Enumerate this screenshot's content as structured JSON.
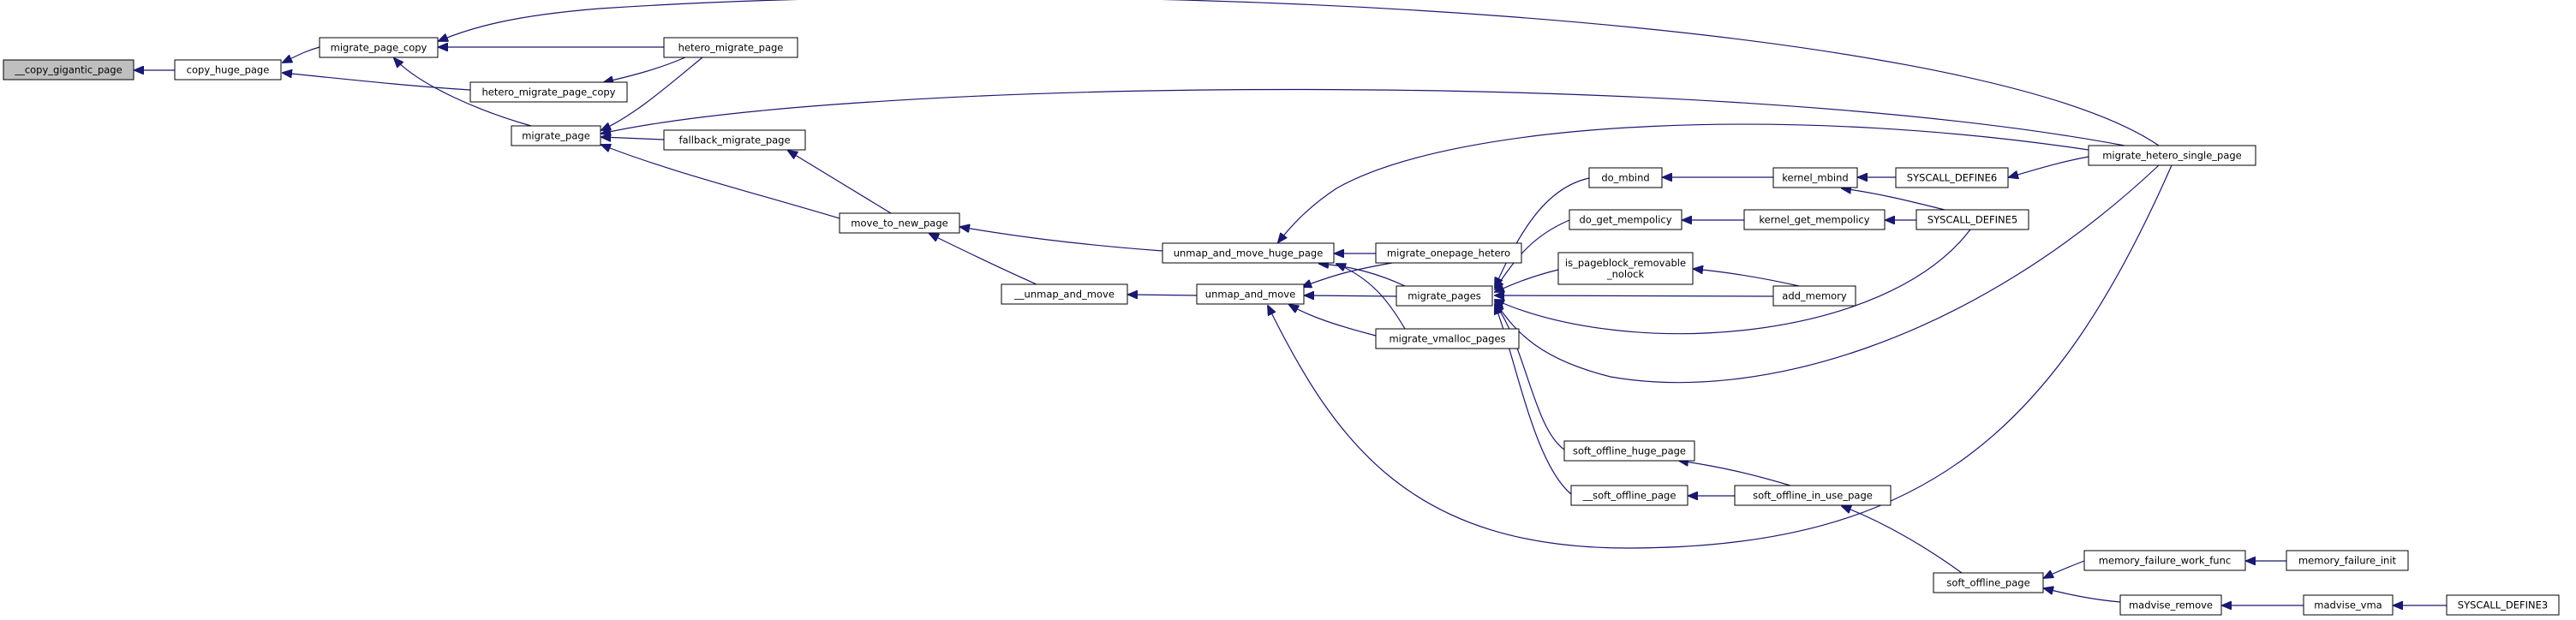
{
  "colors": {
    "edge": "#191970",
    "root_fill": "#bfbfbf",
    "node_fill": "#ffffff",
    "node_stroke": "#000000"
  },
  "nodes": [
    {
      "id": "copy_gigantic_page",
      "label": "__copy_gigantic_page",
      "root": true
    },
    {
      "id": "copy_huge_page",
      "label": "copy_huge_page"
    },
    {
      "id": "migrate_page_copy",
      "label": "migrate_page_copy"
    },
    {
      "id": "hetero_migrate_page",
      "label": "hetero_migrate_page"
    },
    {
      "id": "hetero_migrate_page_copy",
      "label": "hetero_migrate_page_copy"
    },
    {
      "id": "migrate_page",
      "label": "migrate_page"
    },
    {
      "id": "fallback_migrate_page",
      "label": "fallback_migrate_page"
    },
    {
      "id": "move_to_new_page",
      "label": "move_to_new_page"
    },
    {
      "id": "unmap_and_move_huge_page",
      "label": "unmap_and_move_huge_page"
    },
    {
      "id": "unmap_and_move_2",
      "label": "__unmap_and_move"
    },
    {
      "id": "unmap_and_move",
      "label": "unmap_and_move"
    },
    {
      "id": "migrate_onepage_hetero",
      "label": "migrate_onepage_hetero"
    },
    {
      "id": "migrate_pages",
      "label": "migrate_pages"
    },
    {
      "id": "migrate_vmalloc_pages",
      "label": "migrate_vmalloc_pages"
    },
    {
      "id": "do_mbind",
      "label": "do_mbind"
    },
    {
      "id": "do_get_mempolicy",
      "label": "do_get_mempolicy"
    },
    {
      "id": "is_pageblock_removable_nolock",
      "label": "is_pageblock_removable\n_nolock"
    },
    {
      "id": "add_memory",
      "label": "add_memory"
    },
    {
      "id": "soft_offline_huge_page",
      "label": "soft_offline_huge_page"
    },
    {
      "id": "soft_offline_page_2",
      "label": "__soft_offline_page"
    },
    {
      "id": "soft_offline_in_use_page",
      "label": "soft_offline_in_use_page"
    },
    {
      "id": "soft_offline_page",
      "label": "soft_offline_page"
    },
    {
      "id": "kernel_mbind",
      "label": "kernel_mbind"
    },
    {
      "id": "kernel_get_mempolicy",
      "label": "kernel_get_mempolicy"
    },
    {
      "id": "syscall_define6",
      "label": "SYSCALL_DEFINE6"
    },
    {
      "id": "syscall_define5",
      "label": "SYSCALL_DEFINE5"
    },
    {
      "id": "migrate_hetero_single_page",
      "label": "migrate_hetero_single_page"
    },
    {
      "id": "memory_failure_work_func",
      "label": "memory_failure_work_func"
    },
    {
      "id": "memory_failure_init",
      "label": "memory_failure_init"
    },
    {
      "id": "madvise_remove",
      "label": "madvise_remove"
    },
    {
      "id": "madvise_vma",
      "label": "madvise_vma"
    },
    {
      "id": "syscall_define3",
      "label": "SYSCALL_DEFINE3"
    }
  ],
  "edges": [
    {
      "from": "copy_huge_page",
      "to": "copy_gigantic_page"
    },
    {
      "from": "migrate_page_copy",
      "to": "copy_huge_page"
    },
    {
      "from": "hetero_migrate_page_copy",
      "to": "copy_huge_page"
    },
    {
      "from": "hetero_migrate_page",
      "to": "migrate_page_copy"
    },
    {
      "from": "migrate_hetero_single_page",
      "to": "migrate_page_copy"
    },
    {
      "from": "migrate_page",
      "to": "migrate_page_copy"
    },
    {
      "from": "hetero_migrate_page",
      "to": "hetero_migrate_page_copy"
    },
    {
      "from": "hetero_migrate_page",
      "to": "migrate_page"
    },
    {
      "from": "fallback_migrate_page",
      "to": "migrate_page"
    },
    {
      "from": "migrate_hetero_single_page",
      "to": "migrate_page"
    },
    {
      "from": "move_to_new_page",
      "to": "migrate_page"
    },
    {
      "from": "move_to_new_page",
      "to": "fallback_migrate_page"
    },
    {
      "from": "unmap_and_move_huge_page",
      "to": "move_to_new_page"
    },
    {
      "from": "unmap_and_move_2",
      "to": "move_to_new_page"
    },
    {
      "from": "unmap_and_move",
      "to": "unmap_and_move_2"
    },
    {
      "from": "migrate_hetero_single_page",
      "to": "unmap_and_move_huge_page"
    },
    {
      "from": "migrate_onepage_hetero",
      "to": "unmap_and_move_huge_page"
    },
    {
      "from": "migrate_pages",
      "to": "unmap_and_move_huge_page"
    },
    {
      "from": "migrate_vmalloc_pages",
      "to": "unmap_and_move_huge_page"
    },
    {
      "from": "migrate_onepage_hetero",
      "to": "unmap_and_move"
    },
    {
      "from": "migrate_pages",
      "to": "unmap_and_move"
    },
    {
      "from": "migrate_vmalloc_pages",
      "to": "unmap_and_move"
    },
    {
      "from": "migrate_hetero_single_page",
      "to": "unmap_and_move"
    },
    {
      "from": "do_mbind",
      "to": "migrate_pages"
    },
    {
      "from": "do_get_mempolicy",
      "to": "migrate_pages"
    },
    {
      "from": "is_pageblock_removable_nolock",
      "to": "migrate_pages"
    },
    {
      "from": "add_memory",
      "to": "migrate_pages"
    },
    {
      "from": "syscall_define5",
      "to": "migrate_pages"
    },
    {
      "from": "migrate_hetero_single_page",
      "to": "migrate_pages"
    },
    {
      "from": "soft_offline_huge_page",
      "to": "migrate_pages"
    },
    {
      "from": "soft_offline_page_2",
      "to": "migrate_pages"
    },
    {
      "from": "kernel_mbind",
      "to": "do_mbind"
    },
    {
      "from": "kernel_get_mempolicy",
      "to": "do_get_mempolicy"
    },
    {
      "from": "add_memory",
      "to": "is_pageblock_removable_nolock"
    },
    {
      "from": "syscall_define6",
      "to": "kernel_mbind"
    },
    {
      "from": "syscall_define5",
      "to": "kernel_mbind"
    },
    {
      "from": "syscall_define5",
      "to": "kernel_get_mempolicy"
    },
    {
      "from": "migrate_hetero_single_page",
      "to": "syscall_define6"
    },
    {
      "from": "soft_offline_in_use_page",
      "to": "soft_offline_huge_page"
    },
    {
      "from": "soft_offline_in_use_page",
      "to": "soft_offline_page_2"
    },
    {
      "from": "soft_offline_page",
      "to": "soft_offline_in_use_page"
    },
    {
      "from": "memory_failure_work_func",
      "to": "soft_offline_page"
    },
    {
      "from": "madvise_remove",
      "to": "soft_offline_page"
    },
    {
      "from": "memory_failure_init",
      "to": "memory_failure_work_func"
    },
    {
      "from": "madvise_vma",
      "to": "madvise_remove"
    },
    {
      "from": "syscall_define3",
      "to": "madvise_vma"
    }
  ]
}
